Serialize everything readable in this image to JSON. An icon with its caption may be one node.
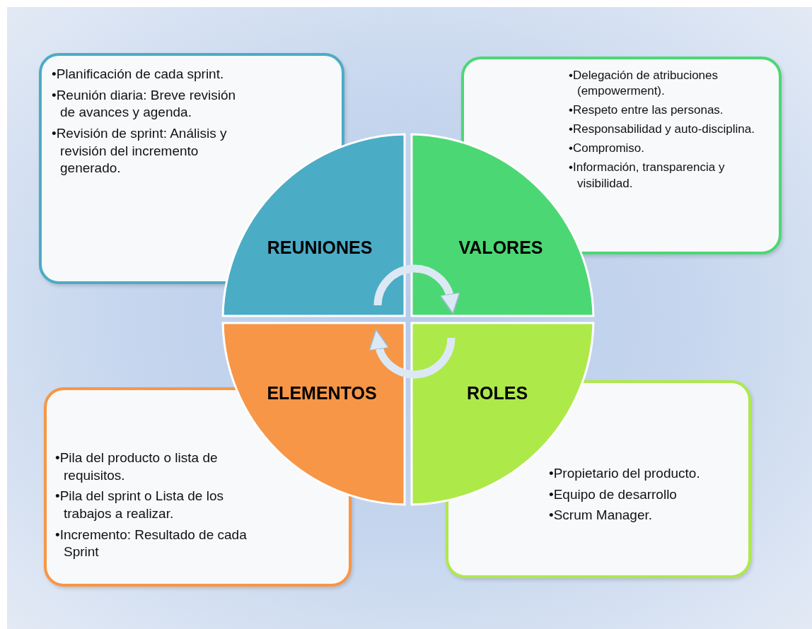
{
  "diagram": {
    "nodes": [
      {
        "text": [
          "•Planificación de cada sprint.",
          "•Reunión diaria: Breve revisión  de avances  y agenda.",
          "•Revisión de sprint: Análisis y revisión del incremento generado."
        ]
      },
      {
        "text": [
          "•Delegación de atribuciones (empowerment).",
          "•Respeto entre las personas.",
          "•Responsabilidad y auto-disciplina.",
          "•Compromiso.",
          "•Información, transparencia y visibilidad."
        ]
      },
      {
        "text": [
          "REUNIONES"
        ]
      },
      {
        "text": [
          "VALORES"
        ]
      },
      {
        "text": [
          "ELEMENTOS"
        ]
      },
      {
        "text": [
          "ROLES"
        ]
      },
      {
        "text": [
          "•Pila del producto o lista de requisitos.",
          "•Pila del sprint o Lista de los trabajos a realizar.",
          "•Incremento: Resultado de cada Sprint"
        ]
      },
      {
        "text": [
          "•Propietario del producto.",
          "•Equipo de desarrollo",
          "•Scrum Manager."
        ]
      }
    ],
    "edges": [
      {
        "from": 2,
        "to": 3,
        "arrow": "to"
      },
      {
        "from": 5,
        "to": 4,
        "arrow": "to"
      }
    ]
  }
}
